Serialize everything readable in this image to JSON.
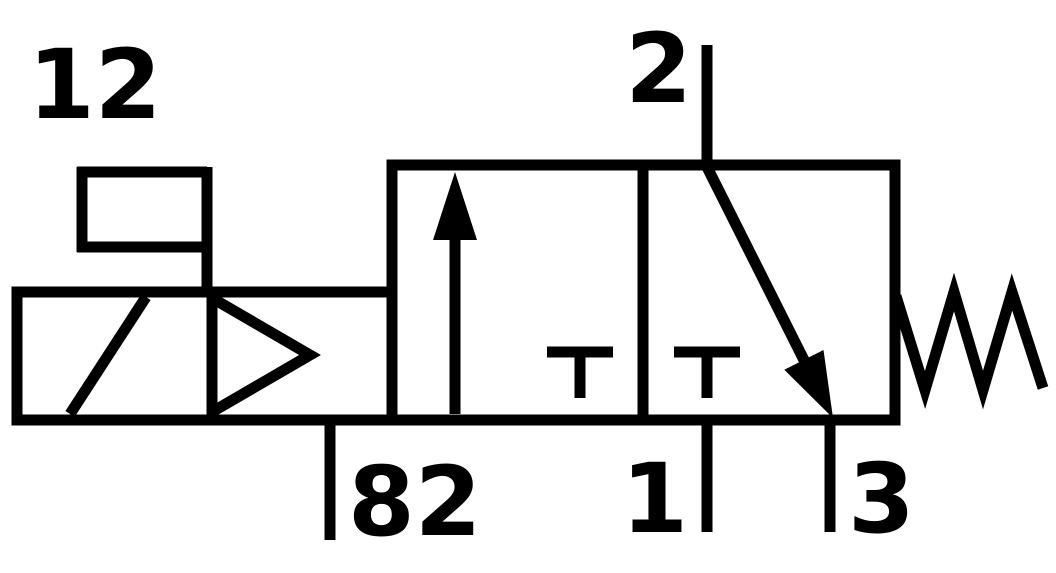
{
  "diagram": {
    "type": "3/2-way solenoid pilot valve with spring return",
    "ports": {
      "pilot": "12",
      "output": "2",
      "pilot_exhaust": "82",
      "supply": "1",
      "exhaust": "3"
    },
    "colors": {
      "stroke": "#000000",
      "background": "#ffffff"
    }
  }
}
